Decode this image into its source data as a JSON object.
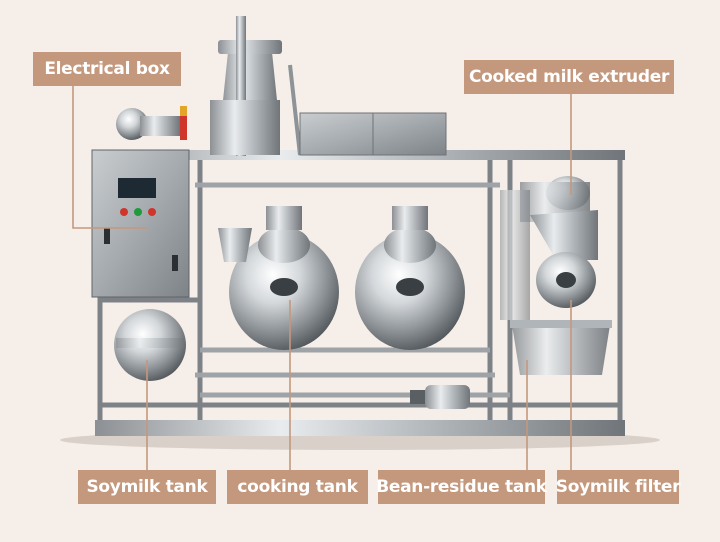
{
  "labels": {
    "electrical_box": "Electrical box",
    "cooked_milk_extruder": "Cooked milk extruder",
    "soymilk_tank": "Soymilk tank",
    "cooking_tank": "cooking tank",
    "bean_residue_tank": "Bean-residue tank",
    "soymilk_filter": "Soymilk filter"
  },
  "colors": {
    "background": "#f6efe9",
    "label_bg": "#c4987d",
    "label_text": "#ffffff",
    "leader_line": "#c4987d"
  }
}
